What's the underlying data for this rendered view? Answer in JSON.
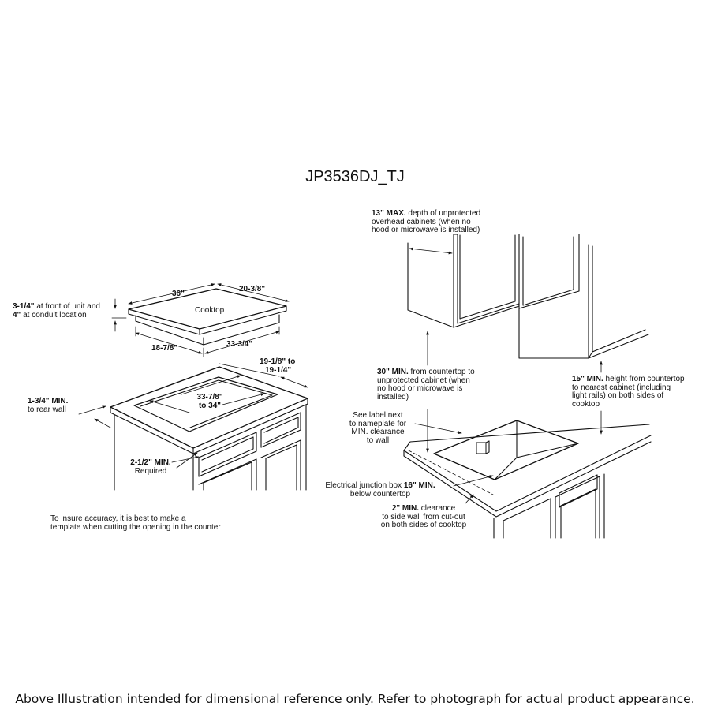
{
  "title": "JP3536DJ_TJ",
  "footer": "Above Illustration intended for dimensional reference only. Refer to photograph for actual product appearance.",
  "left": {
    "cooktop_label": "Cooktop",
    "width": "36\"",
    "depth": "20-3/8\"",
    "height_line1_bold": "3-1/4\"",
    "height_line1_rest": " at front of unit and",
    "height_line2_bold": "4\"",
    "height_line2_rest": " at conduit location",
    "base_depth": "18-7/8\"",
    "base_width": "33-3/4\"",
    "cutout_depth_line1": "19-1/8\" to",
    "cutout_depth_line2": "19-1/4\"",
    "cutout_width_line1": "33-7/8\"",
    "cutout_width_line2": "to 34\"",
    "rear_wall_bold": "1-3/4\" MIN.",
    "rear_wall_rest": "to rear wall",
    "front_bold": "2-1/2\" MIN.",
    "front_rest": "Required",
    "note_line1": "To insure accuracy, it is best to make a",
    "note_line2": "template when cutting the opening in the counter"
  },
  "right": {
    "cabinet_depth_bold": "13\" MAX.",
    "cabinet_depth_rest1": " depth of unprotected",
    "cabinet_depth_rest2": "overhead cabinets (when no",
    "cabinet_depth_rest3": "hood or microwave is installed)",
    "clear30_bold": "30\" MIN.",
    "clear30_rest1": " from countertop to",
    "clear30_rest2": "unprotected cabinet (when",
    "clear30_rest3": "no hood or microwave is",
    "clear30_rest4": "installed)",
    "clear15_bold": "15\" MIN.",
    "clear15_rest1": " height from countertop",
    "clear15_rest2": "to nearest cabinet (including",
    "clear15_rest3": "light rails) on both sides of",
    "clear15_rest4": "cooktop",
    "label_line1": "See label next",
    "label_line2": "to nameplate for",
    "label_line3": "MIN. clearance",
    "label_line4": "to wall",
    "junction_rest": "Electrical junction box ",
    "junction_bold": "16\" MIN.",
    "junction_line2": "below countertop",
    "side_bold": "2\" MIN.",
    "side_rest1": " clearance",
    "side_rest2": "to side wall from cut-out",
    "side_rest3": "on both sides of cooktop"
  },
  "colors": {
    "ink": "#111111",
    "background": "#ffffff"
  }
}
